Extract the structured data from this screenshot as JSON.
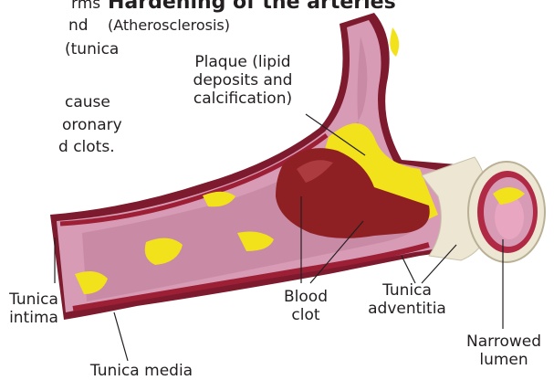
{
  "heading": {
    "title": "Hardening of the arteries",
    "subtitle": "(Atherosclerosis)"
  },
  "side_text": {
    "lines": [
      "rms",
      "nd",
      "(tunica",
      "cause",
      "oronary",
      "d clots."
    ]
  },
  "labels": {
    "plaque": [
      "Plaque (lipid",
      "deposits and",
      "calcification)"
    ],
    "blood_clot": [
      "Blood",
      "clot"
    ],
    "tunica_adventitia": [
      "Tunica",
      "adventitia"
    ],
    "tunica_intima": [
      "Tunica",
      "intima"
    ],
    "tunica_media": [
      "Tunica media"
    ],
    "narrowed_lumen": [
      "Narrowed",
      "lumen"
    ]
  },
  "colors": {
    "wall_pink": "#d79bb5",
    "media_red": "#9c1f35",
    "plaque_yellow": "#f2e21c",
    "clot_red": "#8e1f22",
    "adventitia_cream": "#ece6d2",
    "lumen_pink": "#e8a6c0"
  }
}
